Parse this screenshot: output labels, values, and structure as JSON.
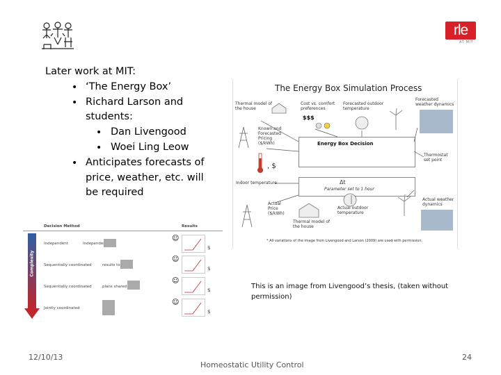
{
  "logos": {
    "rle_text": "rle",
    "rle_sub": "AT MIT"
  },
  "bullets": {
    "heading": "Later work at MIT:",
    "item1": "‘The Energy Box’",
    "item2_line1": "Richard Larson and",
    "item2_line2": "students:",
    "sub1": "Dan Livengood",
    "sub2": "Woei Ling Leow",
    "item3_line1": "Anticipates forecasts of",
    "item3_line2": "price, weather, etc. will",
    "item3_line3": "be required"
  },
  "figure": {
    "title": "The Energy Box Simulation Process",
    "thermal_model_house": "Thermal model of\nthe house",
    "cost_comfort": "Cost vs. comfort\npreferences",
    "forecasted_temp": "Forecasted outdoor\ntemperature",
    "forecasted_weather": "Forecasted\nweather dynamics",
    "known_pricing": "Known and\nForecasted\nPricing\n($/kWh)",
    "dollars": "$$$",
    "decision_title": "Energy Box Decision",
    "thermostat": "Thermostat\nset point",
    "comma_dollar": ", $",
    "indoor_temp": "Indoor temperature",
    "delta_t": "Δt",
    "param": "Parameter set to 1 hour",
    "actual_price": "Actual\nPrice\n($/kWh)",
    "actual_outdoor": "Actual outdoor\ntemperature",
    "actual_weather": "Actual weather\ndynamics",
    "thermal_model_house2": "Thermal model of\nthe house",
    "footnote": "* All variations of the image from Livengood and Larson (2009) are used with permission."
  },
  "table": {
    "col_method": "Decision Method",
    "col_results": "Results",
    "axis_label": "Complexity",
    "rows": [
      {
        "method": "Independent",
        "inner": "Independent"
      },
      {
        "method": "Sequentially coordinated",
        "inner": "results to"
      },
      {
        "method": "Sequentially coordinated",
        "inner": "plans shared"
      },
      {
        "method": "Jointly coordinated",
        "inner": ""
      }
    ],
    "dollar": "$"
  },
  "caption": "This is an image from Livengood’s thesis, (taken without permission)",
  "footer": {
    "date": "12/10/13",
    "title": "Homeostatic Utility Control",
    "page": "24"
  }
}
